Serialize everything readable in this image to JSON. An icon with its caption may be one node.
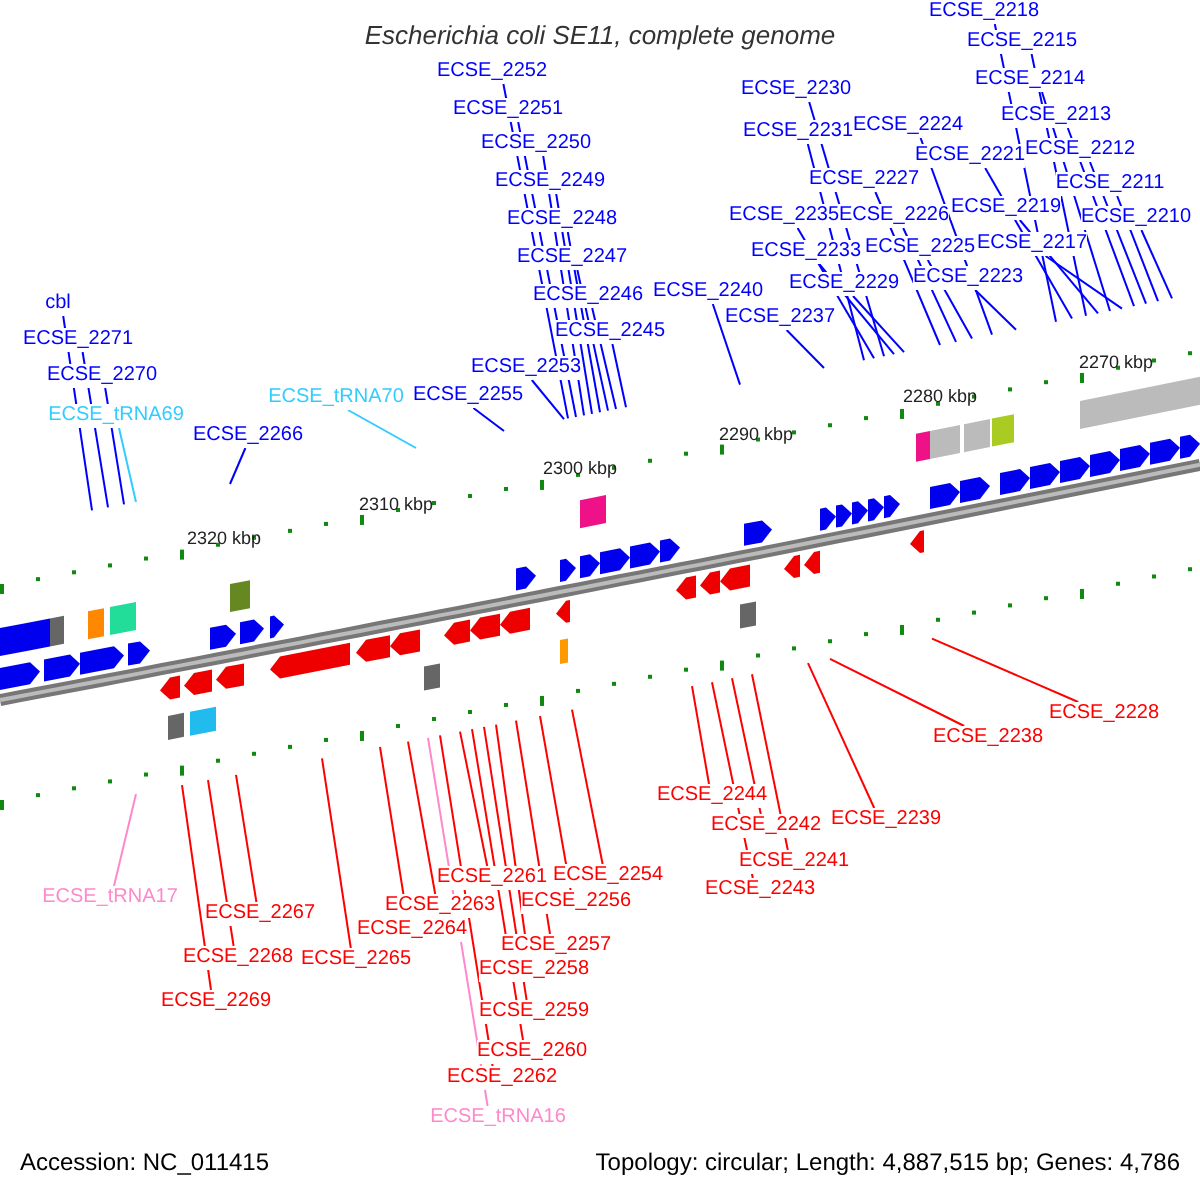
{
  "diagram": {
    "title": "Escherichia coli SE11, complete genome",
    "nodes": [
      {
        "text": [
          "ECSE_2218"
        ]
      },
      {
        "text": [
          "ECSE_2215"
        ]
      },
      {
        "text": [
          "ECSE_2252"
        ]
      },
      {
        "text": [
          "ECSE_2214"
        ]
      },
      {
        "text": [
          "ECSE_2230"
        ]
      },
      {
        "text": [
          "ECSE_2251"
        ]
      },
      {
        "text": [
          "ECSE_2213"
        ]
      },
      {
        "text": [
          "ECSE_2224"
        ]
      },
      {
        "text": [
          "ECSE_2231"
        ]
      },
      {
        "text": [
          "ECSE_2250"
        ]
      },
      {
        "text": [
          "ECSE_2212"
        ]
      },
      {
        "text": [
          "ECSE_2221"
        ]
      },
      {
        "text": [
          "ECSE_2227"
        ]
      },
      {
        "text": [
          "ECSE_2249"
        ]
      },
      {
        "text": [
          "ECSE_2211"
        ]
      },
      {
        "text": [
          "ECSE_2219"
        ]
      },
      {
        "text": [
          "ECSE_2235"
        ]
      },
      {
        "text": [
          "ECSE_2226"
        ]
      },
      {
        "text": [
          "ECSE_2210"
        ]
      },
      {
        "text": [
          "ECSE_2248"
        ]
      },
      {
        "text": [
          "ECSE_2217"
        ]
      },
      {
        "text": [
          "ECSE_2225"
        ]
      },
      {
        "text": [
          "ECSE_2233"
        ]
      },
      {
        "text": [
          "ECSE_2247"
        ]
      },
      {
        "text": [
          "ECSE_2223"
        ]
      },
      {
        "text": [
          "ECSE_2229"
        ]
      },
      {
        "text": [
          "ECSE_2240"
        ]
      },
      {
        "text": [
          "ECSE_2246"
        ]
      },
      {
        "text": [
          "cbl"
        ]
      },
      {
        "text": [
          "ECSE_2237"
        ]
      },
      {
        "text": [
          "ECSE_2245"
        ]
      },
      {
        "text": [
          "ECSE_2271"
        ]
      },
      {
        "text": [
          "ECSE_2253"
        ]
      },
      {
        "text": [
          "ECSE_2270"
        ]
      },
      {
        "text": [
          "ECSE_2255"
        ]
      },
      {
        "text": [
          "ECSE_tRNA70"
        ]
      },
      {
        "text": [
          "ECSE_tRNA69"
        ]
      },
      {
        "text": [
          "ECSE_2266"
        ]
      },
      {
        "text": [
          "ECSE_2228"
        ]
      },
      {
        "text": [
          "ECSE_2238"
        ]
      },
      {
        "text": [
          "ECSE_2244"
        ]
      },
      {
        "text": [
          "ECSE_2239"
        ]
      },
      {
        "text": [
          "ECSE_2242"
        ]
      },
      {
        "text": [
          "ECSE_2241"
        ]
      },
      {
        "text": [
          "ECSE_2254"
        ]
      },
      {
        "text": [
          "ECSE_2261"
        ]
      },
      {
        "text": [
          "ECSE_2243"
        ]
      },
      {
        "text": [
          "ECSE_tRNA17"
        ]
      },
      {
        "text": [
          "ECSE_2256"
        ]
      },
      {
        "text": [
          "ECSE_2263"
        ]
      },
      {
        "text": [
          "ECSE_2267"
        ]
      },
      {
        "text": [
          "ECSE_2264"
        ]
      },
      {
        "text": [
          "ECSE_2257"
        ]
      },
      {
        "text": [
          "ECSE_2268"
        ]
      },
      {
        "text": [
          "ECSE_2265"
        ]
      },
      {
        "text": [
          "ECSE_2258"
        ]
      },
      {
        "text": [
          "ECSE_2269"
        ]
      },
      {
        "text": [
          "ECSE_2259"
        ]
      },
      {
        "text": [
          "ECSE_2260"
        ]
      },
      {
        "text": [
          "ECSE_2262"
        ]
      },
      {
        "text": [
          "ECSE_tRNA16"
        ]
      }
    ],
    "edges": [
      {
        "from": 0,
        "to": null,
        "arrow": "none"
      },
      {
        "from": 1,
        "to": null,
        "arrow": "none"
      },
      {
        "from": 2,
        "to": null,
        "arrow": "none"
      },
      {
        "from": 3,
        "to": null,
        "arrow": "none"
      },
      {
        "from": 4,
        "to": null,
        "arrow": "none"
      },
      {
        "from": 5,
        "to": null,
        "arrow": "none"
      },
      {
        "from": 6,
        "to": null,
        "arrow": "none"
      },
      {
        "from": 7,
        "to": null,
        "arrow": "none"
      },
      {
        "from": 8,
        "to": null,
        "arrow": "none"
      },
      {
        "from": 9,
        "to": null,
        "arrow": "none"
      },
      {
        "from": 10,
        "to": null,
        "arrow": "none"
      },
      {
        "from": 11,
        "to": null,
        "arrow": "none"
      },
      {
        "from": 12,
        "to": null,
        "arrow": "none"
      },
      {
        "from": 13,
        "to": null,
        "arrow": "none"
      },
      {
        "from": 14,
        "to": null,
        "arrow": "none"
      },
      {
        "from": 15,
        "to": null,
        "arrow": "none"
      },
      {
        "from": 16,
        "to": null,
        "arrow": "none"
      },
      {
        "from": 17,
        "to": null,
        "arrow": "none"
      },
      {
        "from": 18,
        "to": null,
        "arrow": "none"
      },
      {
        "from": 19,
        "to": null,
        "arrow": "none"
      },
      {
        "from": 20,
        "to": null,
        "arrow": "none"
      },
      {
        "from": 21,
        "to": null,
        "arrow": "none"
      },
      {
        "from": 22,
        "to": null,
        "arrow": "none"
      },
      {
        "from": 23,
        "to": null,
        "arrow": "none"
      },
      {
        "from": 24,
        "to": null,
        "arrow": "none"
      },
      {
        "from": 25,
        "to": null,
        "arrow": "none"
      },
      {
        "from": 26,
        "to": null,
        "arrow": "none"
      },
      {
        "from": 27,
        "to": null,
        "arrow": "none"
      },
      {
        "from": 28,
        "to": null,
        "arrow": "none"
      },
      {
        "from": 29,
        "to": null,
        "arrow": "none"
      },
      {
        "from": 30,
        "to": null,
        "arrow": "none"
      },
      {
        "from": 31,
        "to": null,
        "arrow": "none"
      },
      {
        "from": 32,
        "to": null,
        "arrow": "none"
      },
      {
        "from": 33,
        "to": null,
        "arrow": "none"
      },
      {
        "from": 34,
        "to": null,
        "arrow": "none"
      },
      {
        "from": 35,
        "to": null,
        "arrow": "none",
        "color": "#33ccff"
      },
      {
        "from": 36,
        "to": null,
        "arrow": "none",
        "color": "#33ccff"
      },
      {
        "from": 37,
        "to": null,
        "arrow": "none"
      },
      {
        "from": 38,
        "to": null,
        "arrow": "none",
        "color": "#ff0000"
      },
      {
        "from": 39,
        "to": null,
        "arrow": "none",
        "color": "#ff0000"
      },
      {
        "from": 40,
        "to": null,
        "arrow": "none",
        "color": "#ff0000"
      },
      {
        "from": 41,
        "to": null,
        "arrow": "none",
        "color": "#ff0000"
      },
      {
        "from": 42,
        "to": null,
        "arrow": "none",
        "color": "#ff0000"
      },
      {
        "from": 43,
        "to": null,
        "arrow": "none",
        "color": "#ff0000"
      },
      {
        "from": 44,
        "to": null,
        "arrow": "none",
        "color": "#ff0000"
      },
      {
        "from": 45,
        "to": null,
        "arrow": "none",
        "color": "#ff0000"
      },
      {
        "from": 46,
        "to": null,
        "arrow": "none",
        "color": "#ff0000"
      },
      {
        "from": 47,
        "to": null,
        "arrow": "none",
        "color": "#ff88cc"
      },
      {
        "from": 48,
        "to": null,
        "arrow": "none",
        "color": "#ff0000"
      },
      {
        "from": 49,
        "to": null,
        "arrow": "none",
        "color": "#ff0000"
      },
      {
        "from": 50,
        "to": null,
        "arrow": "none",
        "color": "#ff0000"
      },
      {
        "from": 51,
        "to": null,
        "arrow": "none",
        "color": "#ff0000"
      },
      {
        "from": 52,
        "to": null,
        "arrow": "none",
        "color": "#ff0000"
      },
      {
        "from": 53,
        "to": null,
        "arrow": "none",
        "color": "#ff0000"
      },
      {
        "from": 54,
        "to": null,
        "arrow": "none",
        "color": "#ff0000"
      },
      {
        "from": 55,
        "to": null,
        "arrow": "none",
        "color": "#ff0000"
      },
      {
        "from": 56,
        "to": null,
        "arrow": "none",
        "color": "#ff0000"
      },
      {
        "from": 57,
        "to": null,
        "arrow": "none",
        "color": "#ff0000"
      },
      {
        "from": 58,
        "to": null,
        "arrow": "none",
        "color": "#ff0000"
      },
      {
        "from": 59,
        "to": null,
        "arrow": "none",
        "color": "#ff0000"
      },
      {
        "from": 60,
        "to": null,
        "arrow": "none",
        "color": "#ff88cc"
      }
    ],
    "labels": [
      "2270 kbp",
      "2280 kbp",
      "2290 kbp",
      "2300 kbp",
      "2310 kbp",
      "2320 kbp",
      "Accession: NC_011415",
      "Topology: circular; Length: 4,887,515 bp; Genes: 4,786"
    ]
  }
}
